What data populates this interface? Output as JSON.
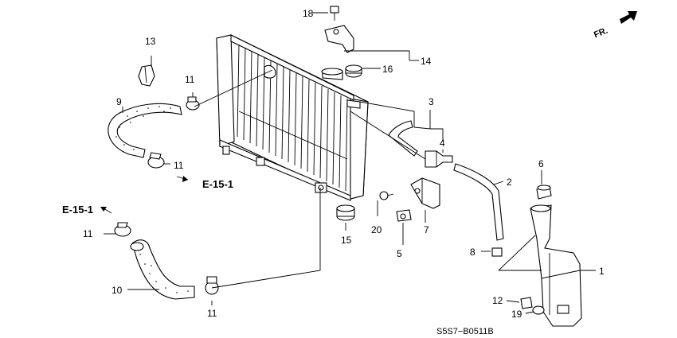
{
  "direction_label": "FR.",
  "drawing_code": "S5S7−B0511B",
  "references": [
    {
      "id": "ref-1",
      "text": "E-15-1"
    },
    {
      "id": "ref-2",
      "text": "E-15-1"
    }
  ],
  "callouts": {
    "c1": "1",
    "c2": "2",
    "c3": "3",
    "c4": "4",
    "c5": "5",
    "c6": "6",
    "c7": "7",
    "c8": "8",
    "c9": "9",
    "c10": "10",
    "c11a": "11",
    "c11b": "11",
    "c11c": "11",
    "c11d": "11",
    "c12": "12",
    "c13": "13",
    "c14": "14",
    "c15": "15",
    "c16": "16",
    "c18": "18",
    "c19": "19",
    "c20": "20"
  }
}
